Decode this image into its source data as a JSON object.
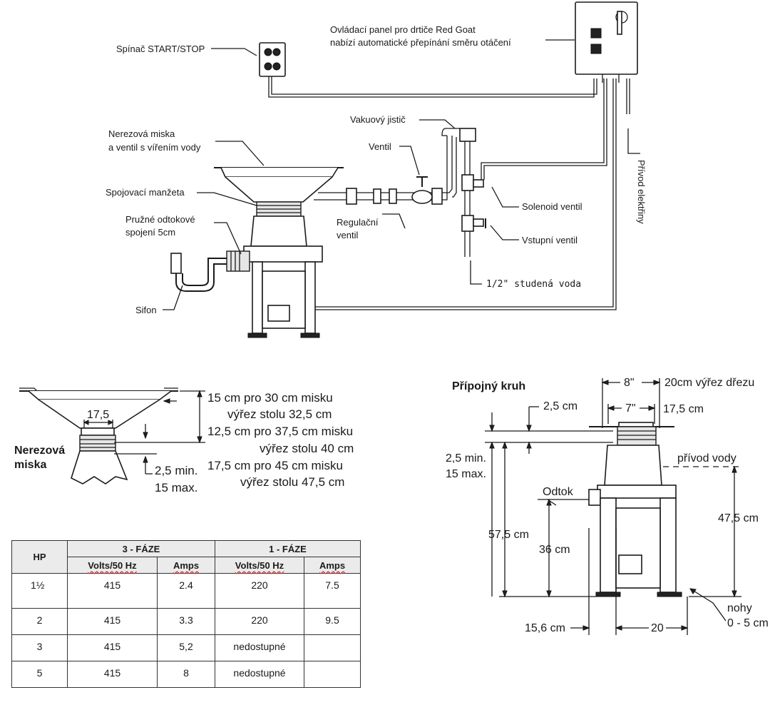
{
  "top_diagram": {
    "labels": {
      "start_stop_switch": "Spínač START/STOP",
      "control_panel_line1": "Ovládací panel pro drtiče Red Goat",
      "control_panel_line2": "nabízí automatické přepínání směru otáčení",
      "vacuum_breaker": "Vakuový jistič",
      "valve": "Ventil",
      "bowl_line1": "Nerezová miska",
      "bowl_line2": "a ventil s vířením vody",
      "coupling": "Spojovací manžeta",
      "flex_drain_line1": "Pružné odtokové",
      "flex_drain_line2": "spojení 5cm",
      "regulating_valve_line1": "Regulační",
      "regulating_valve_line2": "ventil",
      "solenoid_valve": "Solenoid ventil",
      "inlet_valve": "Vstupní ventil",
      "cold_water": "1/2\" studená voda",
      "siphon": "Sifon",
      "power_supply": "Přívod elektřiny"
    }
  },
  "bowl_diagram": {
    "title_line1": "Nerezová",
    "title_line2": "miska",
    "width_value": "17,5",
    "spec_line1": "15 cm pro 30 cm misku",
    "spec_line2": "výřez stolu 32,5 cm",
    "spec_line3": "12,5 cm pro 37,5 cm misku",
    "spec_line4": "výřez stolu 40 cm",
    "spec_line5": "17,5 cm pro 45 cm misku",
    "spec_line6": "výřez stolu 47,5 cm",
    "gap_line1": "2,5 min.",
    "gap_line2": "15 max."
  },
  "connection_diagram": {
    "title": "Přípojný kruh",
    "dim_8in": "8\"",
    "dim_7in": "7\"",
    "sink_cutout": "20cm výřez dřezu",
    "ring_height": "2,5 cm",
    "ring_width": "17,5 cm",
    "gap_line1": "2,5 min.",
    "gap_line2": "15 max.",
    "water_inlet": "přívod vody",
    "drain": "Odtok",
    "height_total": "57,5 cm",
    "height_drain": "36 cm",
    "height_inlet": "47,5 cm",
    "legs_line1": "nohy",
    "legs_line2": "0 - 5 cm",
    "width_left": "15,6 cm",
    "width_base": "20"
  },
  "spec_table": {
    "hp_header": "HP",
    "three_phase_header": "3 - FÁZE",
    "one_phase_header": "1 - FÁZE",
    "volts_header": "Volts/50 Hz",
    "amps_header": "Amps",
    "rows": [
      {
        "hp": "1½",
        "v3": "415",
        "a3": "2.4",
        "v1": "220",
        "a1": "7.5"
      },
      {
        "hp": "2",
        "v3": "415",
        "a3": "3.3",
        "v1": "220",
        "a1": "9.5"
      },
      {
        "hp": "3",
        "v3": "415",
        "a3": "5,2",
        "v1": "nedostupné",
        "a1": ""
      },
      {
        "hp": "5",
        "v3": "415",
        "a3": "8",
        "v1": "nedostupné",
        "a1": ""
      }
    ]
  }
}
